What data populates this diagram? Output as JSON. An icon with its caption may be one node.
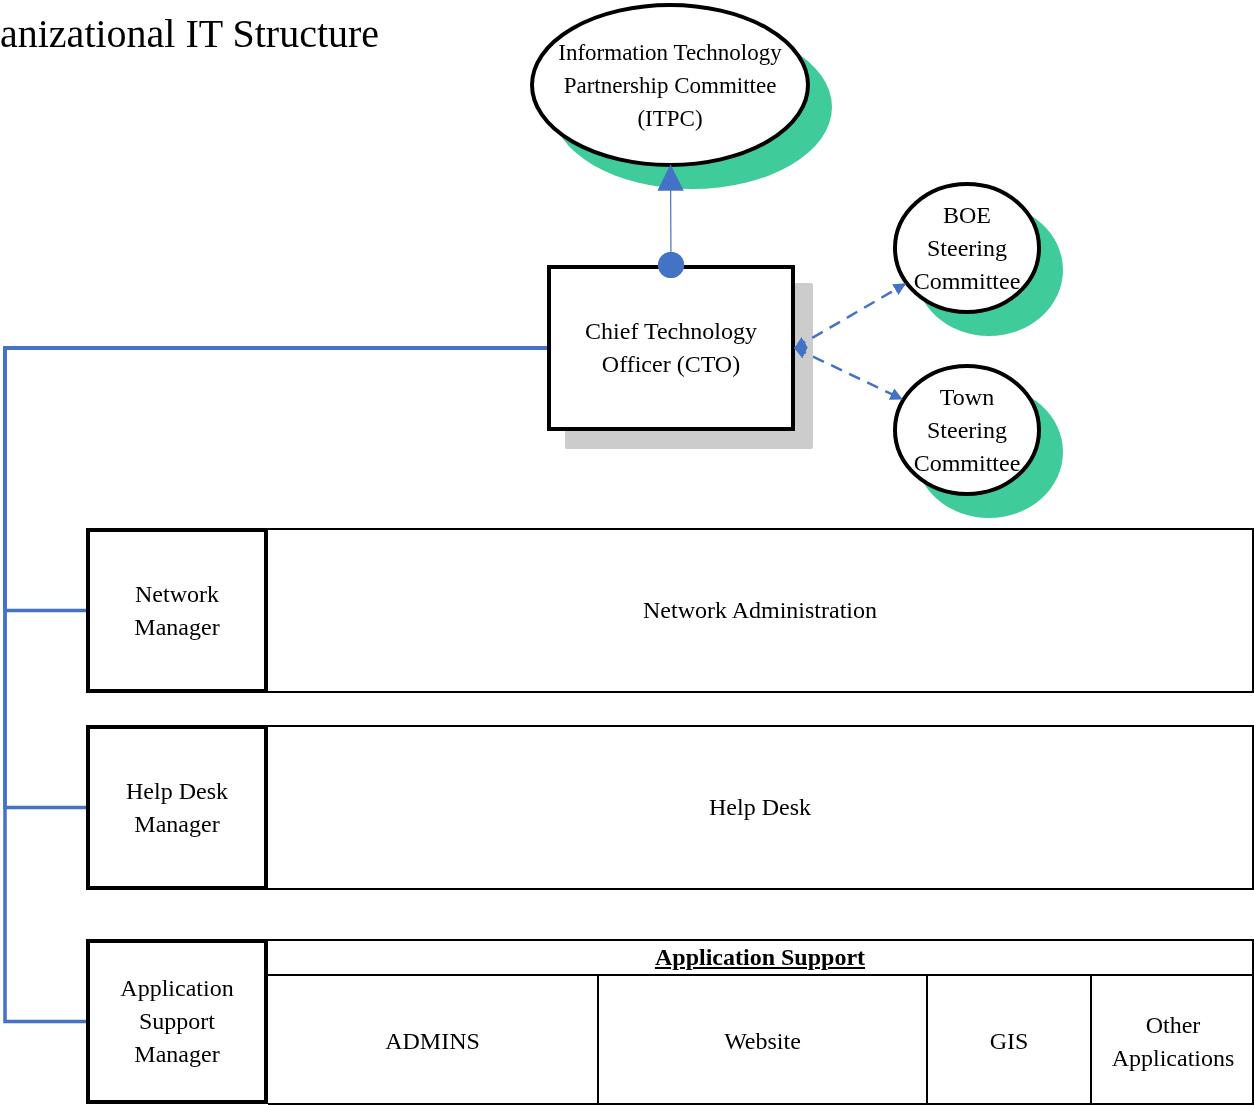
{
  "diagram": {
    "title": "anizational IT Structure",
    "nodes": [
      {
        "text": [
          "Information Technology Partnership Committee (ITPC)"
        ]
      },
      {
        "text": [
          "Chief Technology Officer (CTO)"
        ]
      },
      {
        "text": [
          "BOE Steering Committee"
        ]
      },
      {
        "text": [
          "Town Steering Committee"
        ]
      },
      {
        "text": [
          "Network Manager"
        ]
      },
      {
        "text": [
          "Network Administration"
        ]
      },
      {
        "text": [
          "Help Desk Manager"
        ]
      },
      {
        "text": [
          "Help Desk"
        ]
      },
      {
        "text": [
          "Application Support Manager"
        ]
      },
      {
        "text": [
          "Application Support"
        ]
      },
      {
        "text": [
          "ADMINS"
        ],
        "in": 9
      },
      {
        "text": [
          "Website"
        ],
        "in": 9
      },
      {
        "text": [
          "GIS"
        ],
        "in": 9
      },
      {
        "text": [
          "Other Applications"
        ],
        "in": 9
      }
    ],
    "edges": [
      {
        "from": 1,
        "to": 0,
        "arrow": "to"
      },
      {
        "from": 1,
        "to": 2,
        "arrow": "both",
        "style": "dashed"
      },
      {
        "from": 1,
        "to": 3,
        "arrow": "both",
        "style": "dashed"
      },
      {
        "from": 1,
        "to": 4,
        "arrow": "none"
      },
      {
        "from": 1,
        "to": 6,
        "arrow": "none"
      },
      {
        "from": 1,
        "to": 8,
        "arrow": "none"
      }
    ]
  }
}
